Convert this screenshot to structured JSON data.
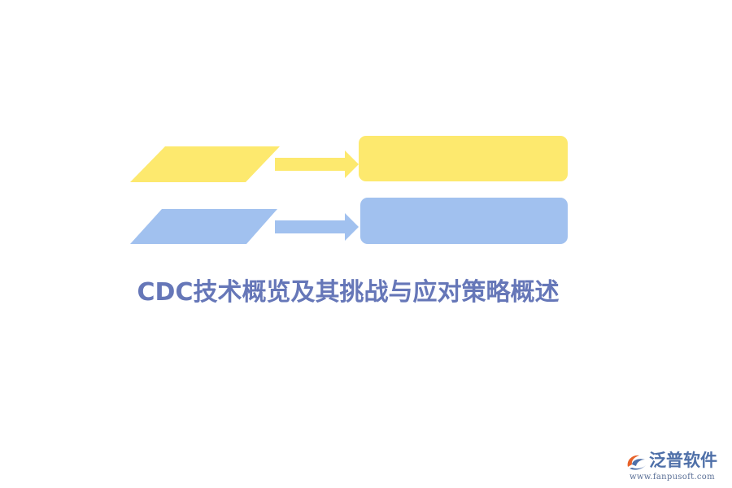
{
  "colors": {
    "yellow": "#fde96e",
    "blue": "#a1c1ef",
    "title": "#6677b8",
    "logo_text": "#4e6fa8",
    "logo_accent": "#e8622a"
  },
  "title": "CDC技术概览及其挑战与应对策略概述",
  "rows": [
    {
      "color": "yellow"
    },
    {
      "color": "blue"
    }
  ],
  "logo": {
    "icon": "fanpu-swirl-logo-icon",
    "name": "泛普软件",
    "url": "www.fanpusoft.com"
  }
}
